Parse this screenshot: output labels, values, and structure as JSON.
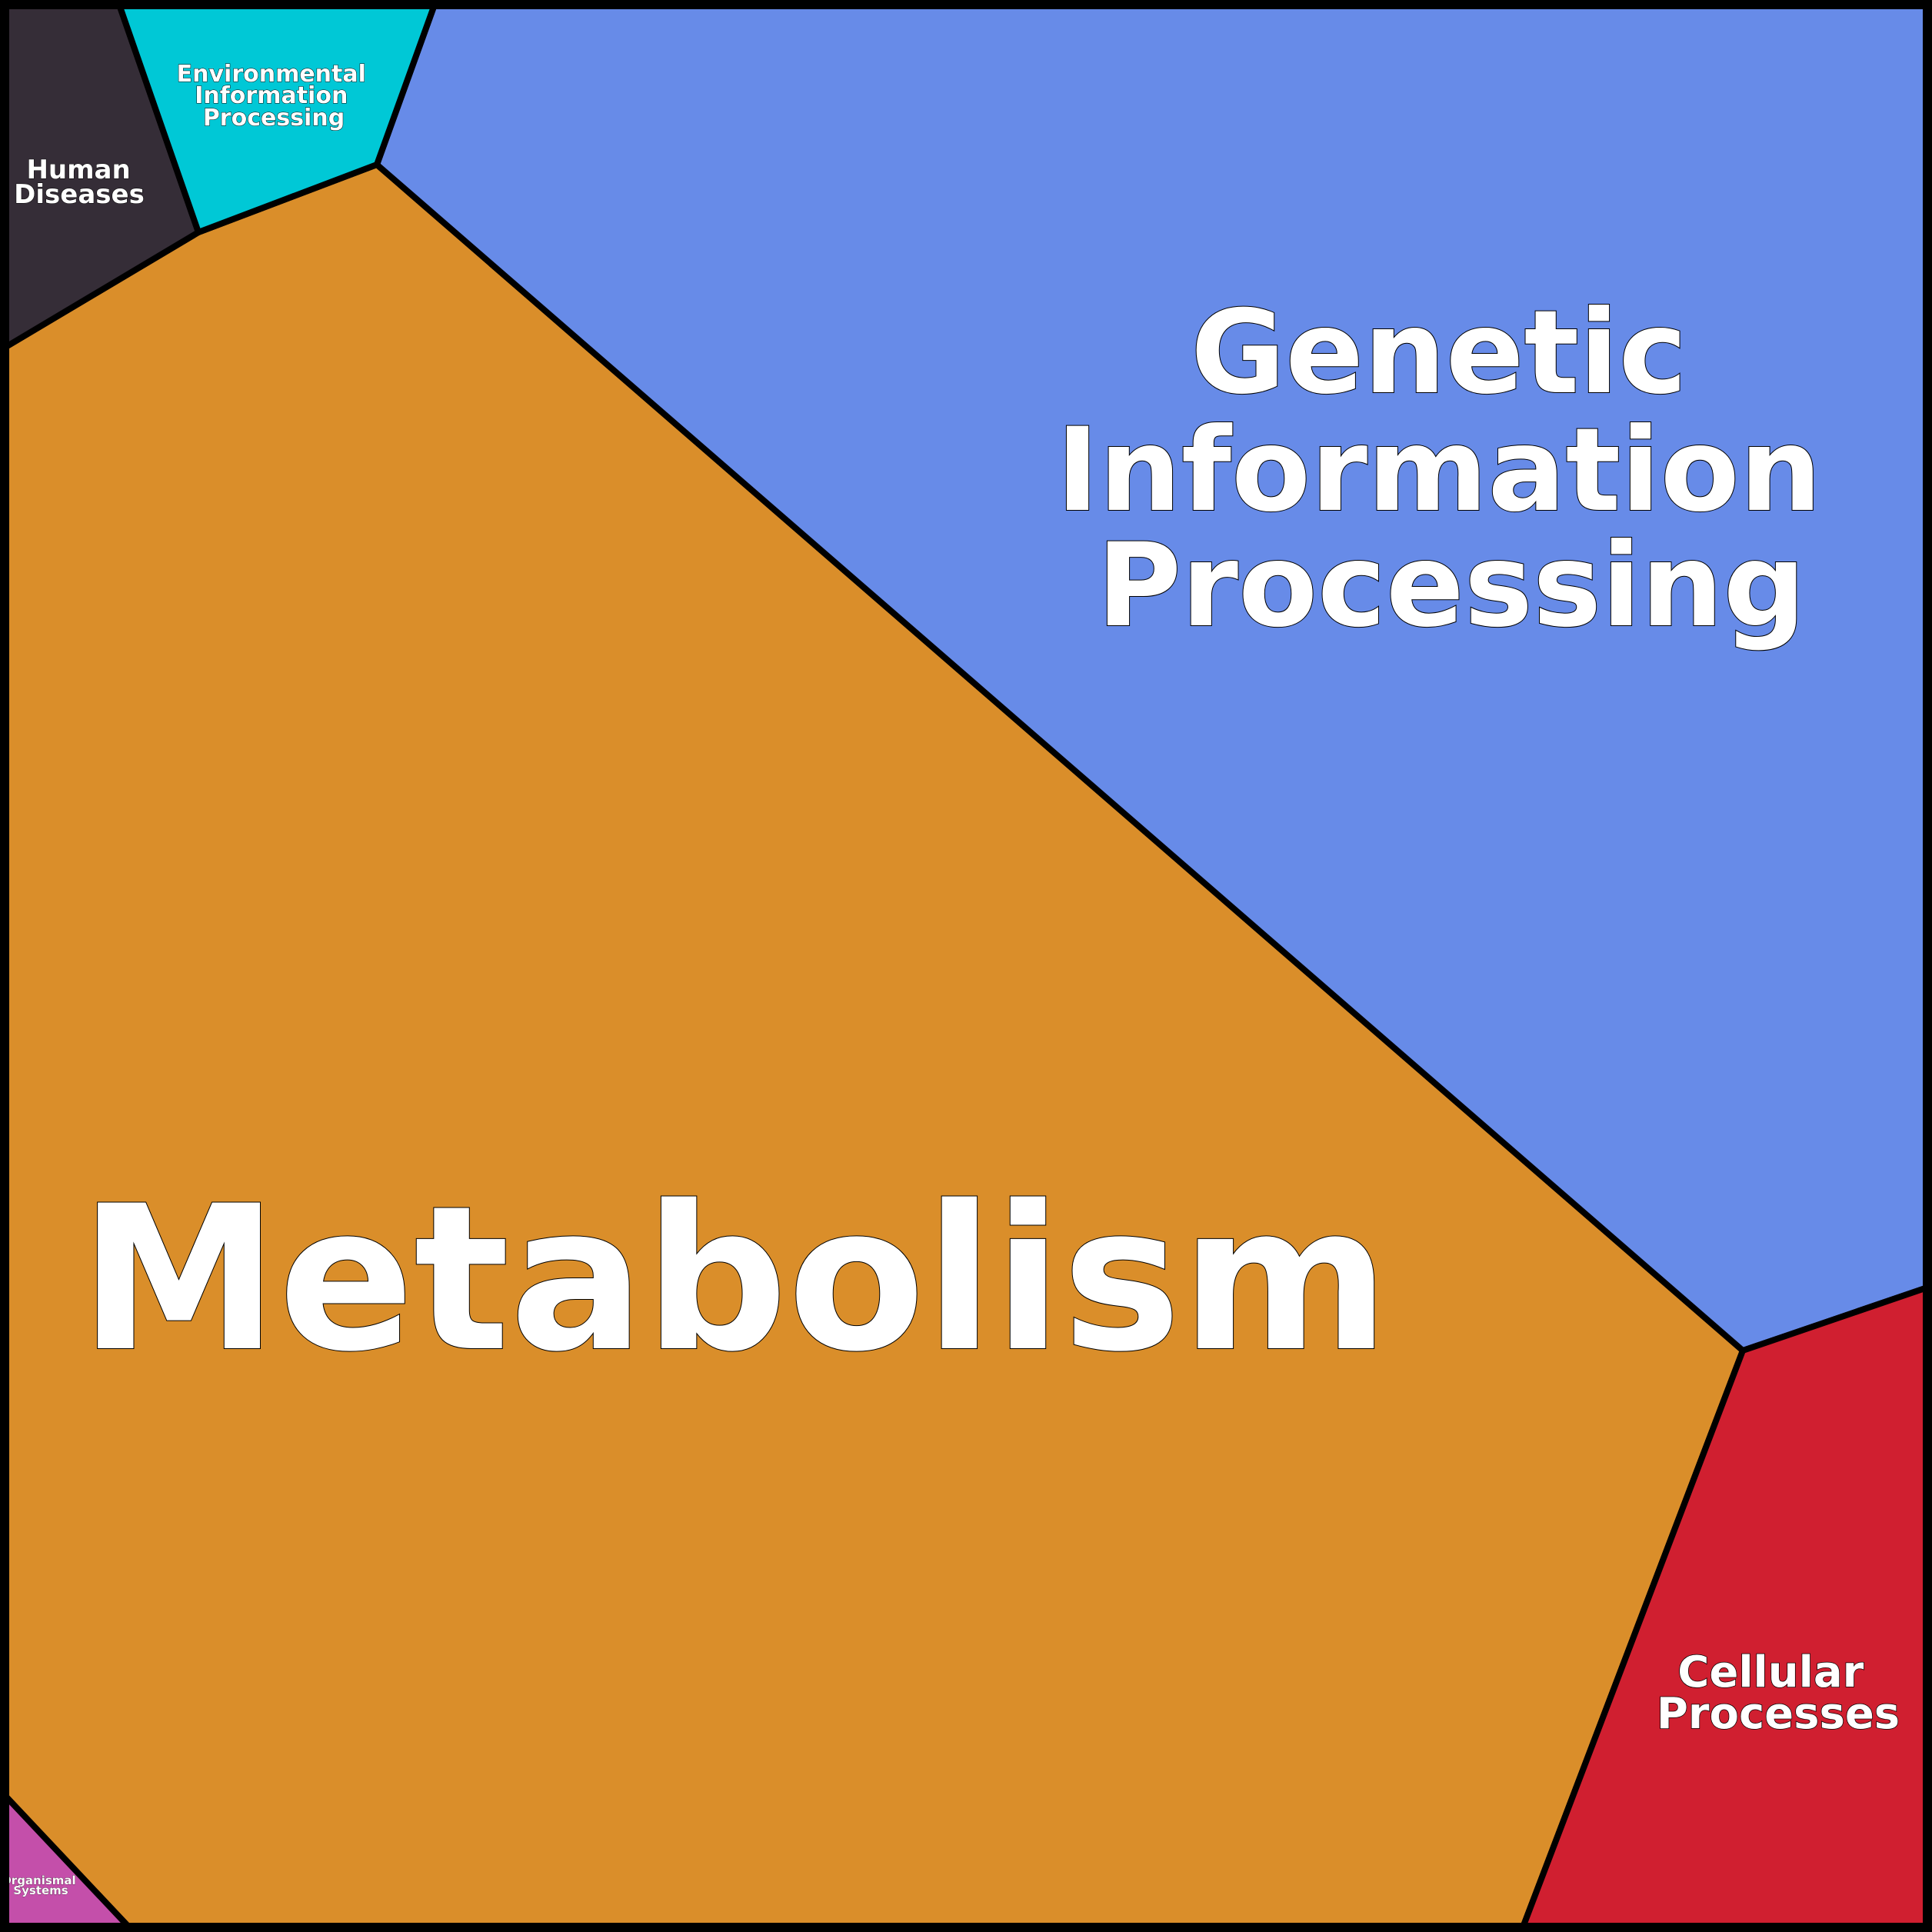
{
  "diagram": {
    "regions": [
      {
        "key": "metabolism",
        "color": "#da8e2a",
        "lines": [
          "Metabolism"
        ]
      },
      {
        "key": "genetic",
        "color": "#678be8",
        "lines": [
          "Genetic",
          "Information",
          "Processing"
        ]
      },
      {
        "key": "human",
        "color": "#352d37",
        "lines": [
          "Human",
          "Diseases"
        ]
      },
      {
        "key": "environmental",
        "color": "#00c8d6",
        "lines": [
          "Environmental",
          "Information",
          "Processing"
        ]
      },
      {
        "key": "cellular",
        "color": "#d01f30",
        "lines": [
          "Cellular",
          "Processes"
        ]
      },
      {
        "key": "organismal",
        "color": "#c44faa",
        "lines": [
          "Organismal",
          "Systems"
        ]
      }
    ]
  }
}
